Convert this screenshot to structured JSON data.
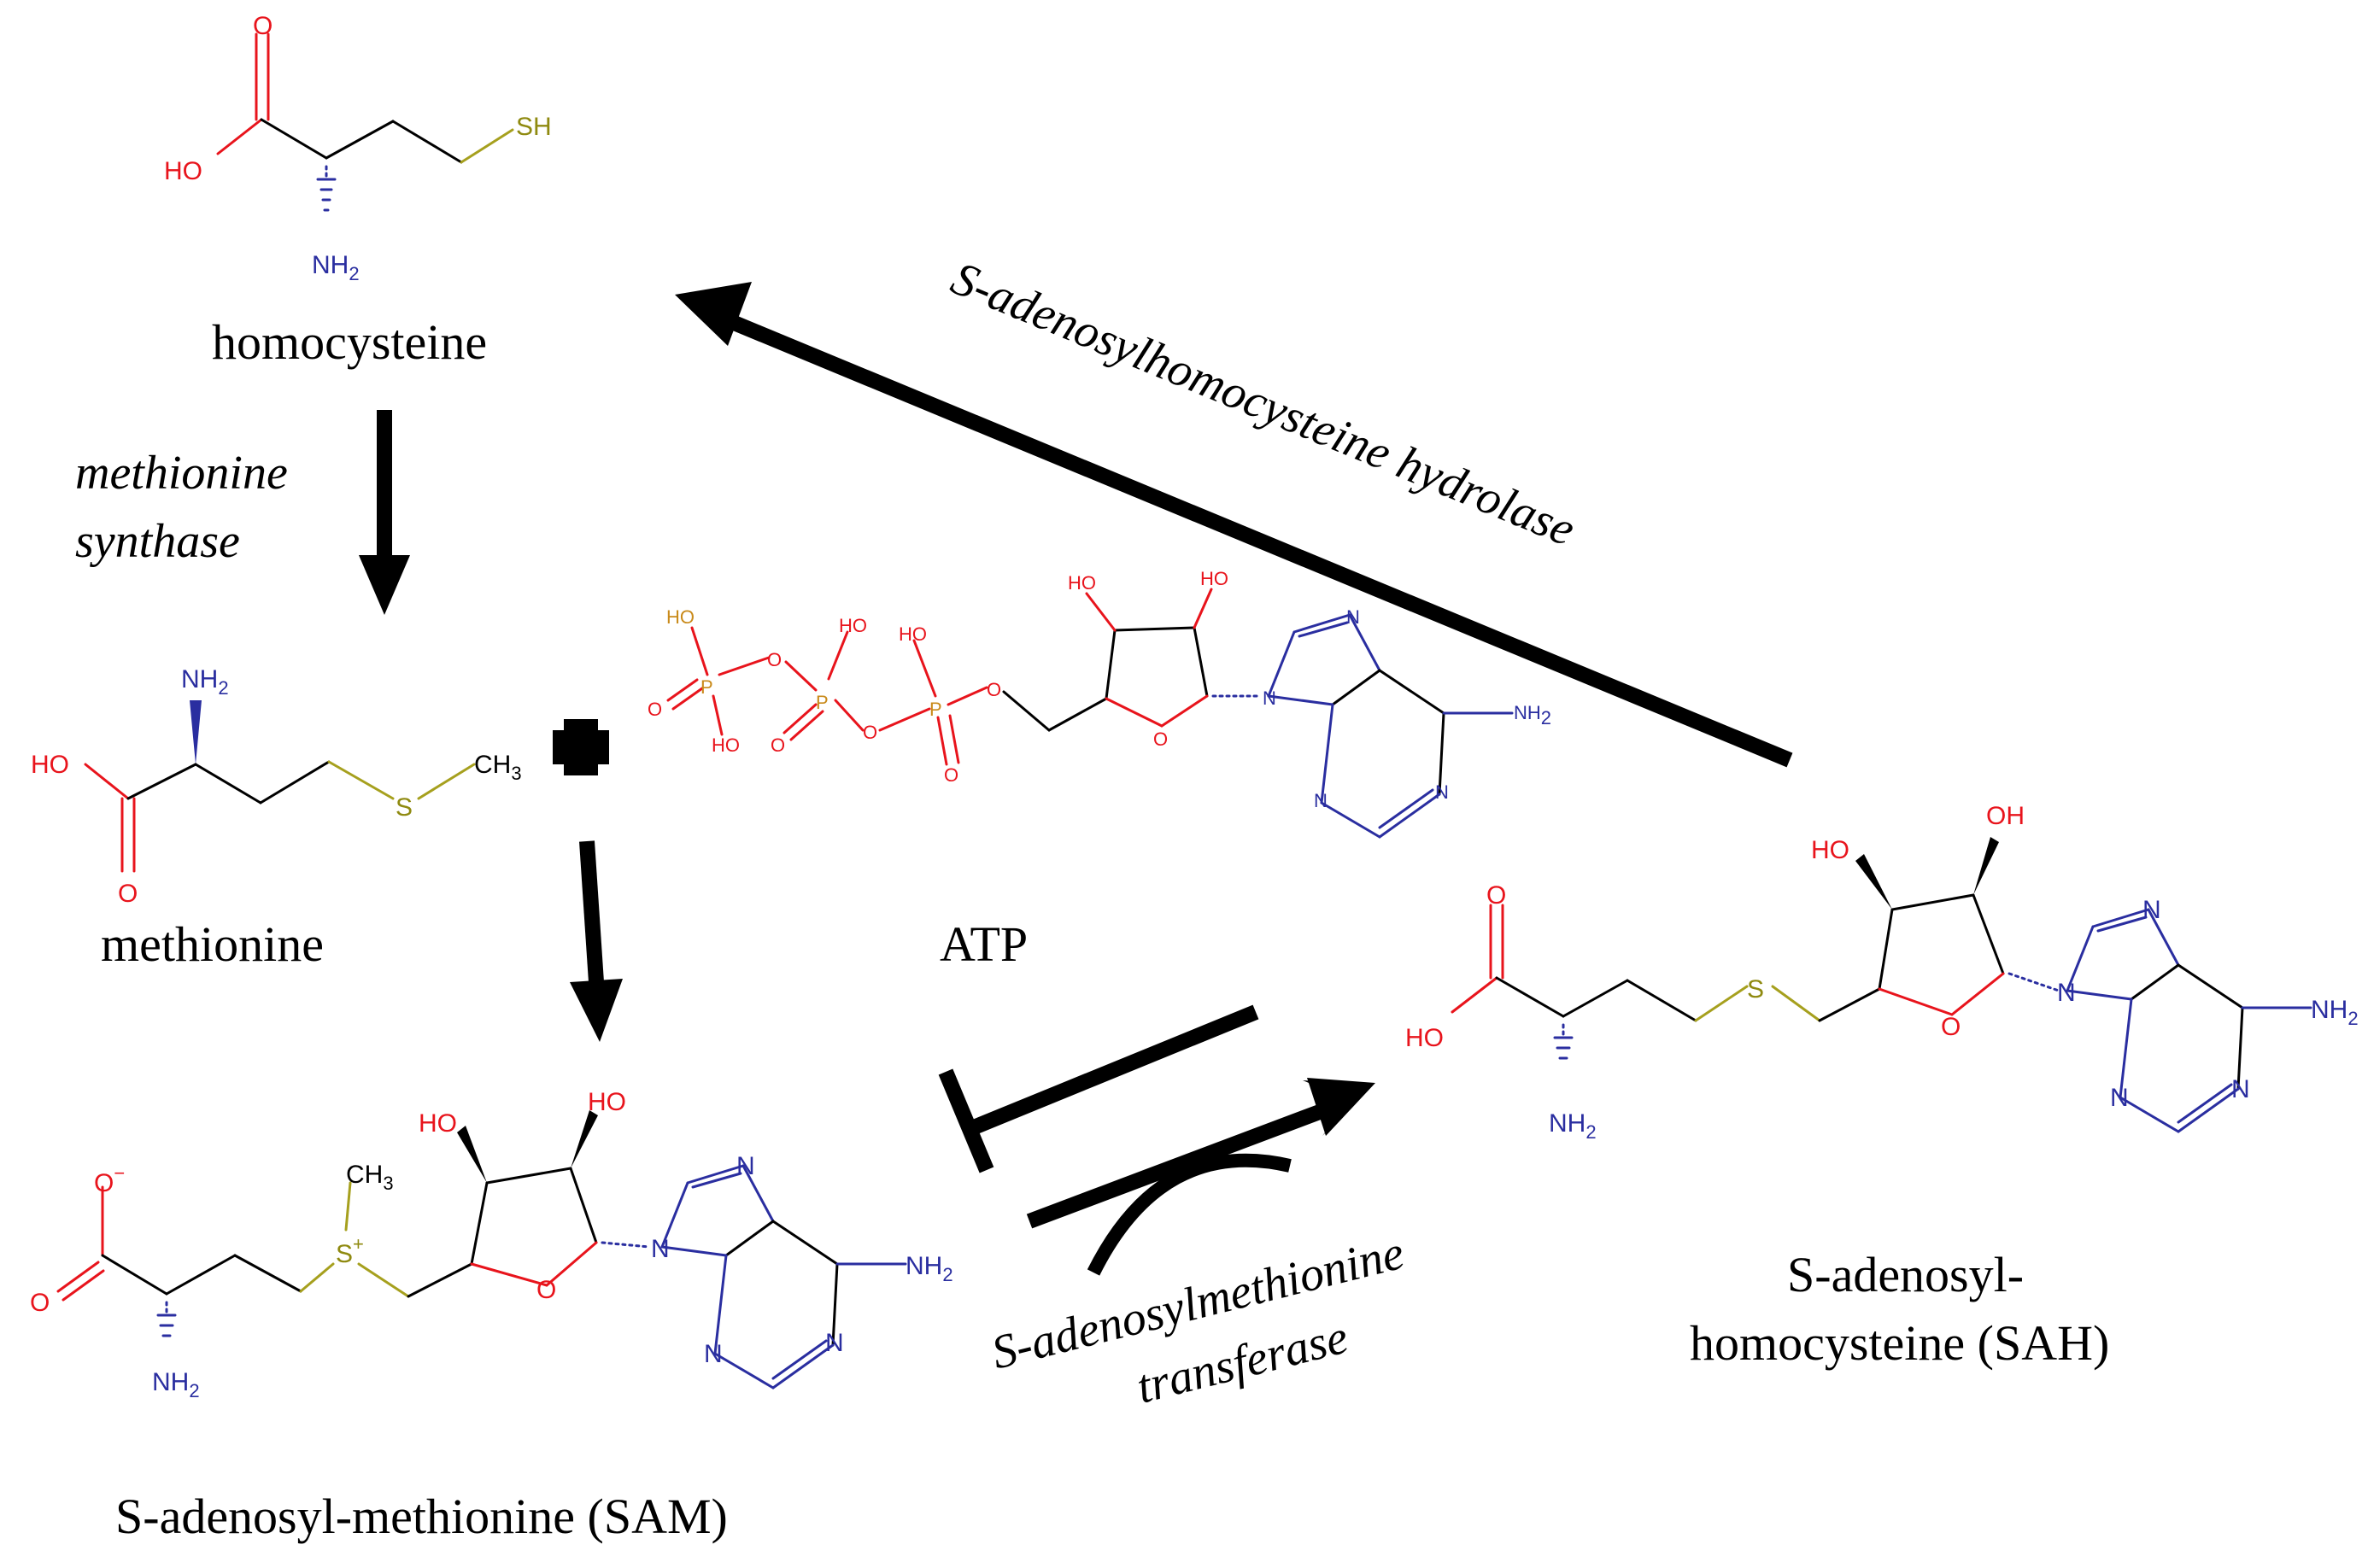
{
  "compounds": {
    "homocysteine": "homocysteine",
    "methionine": "methionine",
    "atp": "ATP",
    "sam": "S-adenosyl-methionine (SAM)",
    "sah_line1": "S-adenosyl-",
    "sah_line2": "homocysteine (SAH)"
  },
  "enzymes": {
    "methionine_synthase_line1": "methionine",
    "methionine_synthase_line2": "synthase",
    "sah_hydrolase": "S-adenosylhomocysteine hydrolase",
    "sam_transferase_line1": "S-adenosylmethionine",
    "sam_transferase_line2": "transferase"
  },
  "atom_labels": {
    "oxygen": "O",
    "hydroxyl": "HO",
    "hydroxyl_right": "OH",
    "thiol": "SH",
    "sulfur": "S",
    "sulfonium": "S",
    "charge_plus": "+",
    "charge_minus": "−",
    "amine": "NH",
    "subscript_2": "2",
    "methyl": "CH",
    "subscript_3": "3",
    "nitrogen": "N",
    "phosphorus": "P"
  },
  "colors": {
    "oxygen": "#e8141c",
    "nitrogen": "#2a2ea0",
    "sulfur": "#a6a01e",
    "phosphorus": "#c98a1a",
    "arrow": "#000000"
  }
}
